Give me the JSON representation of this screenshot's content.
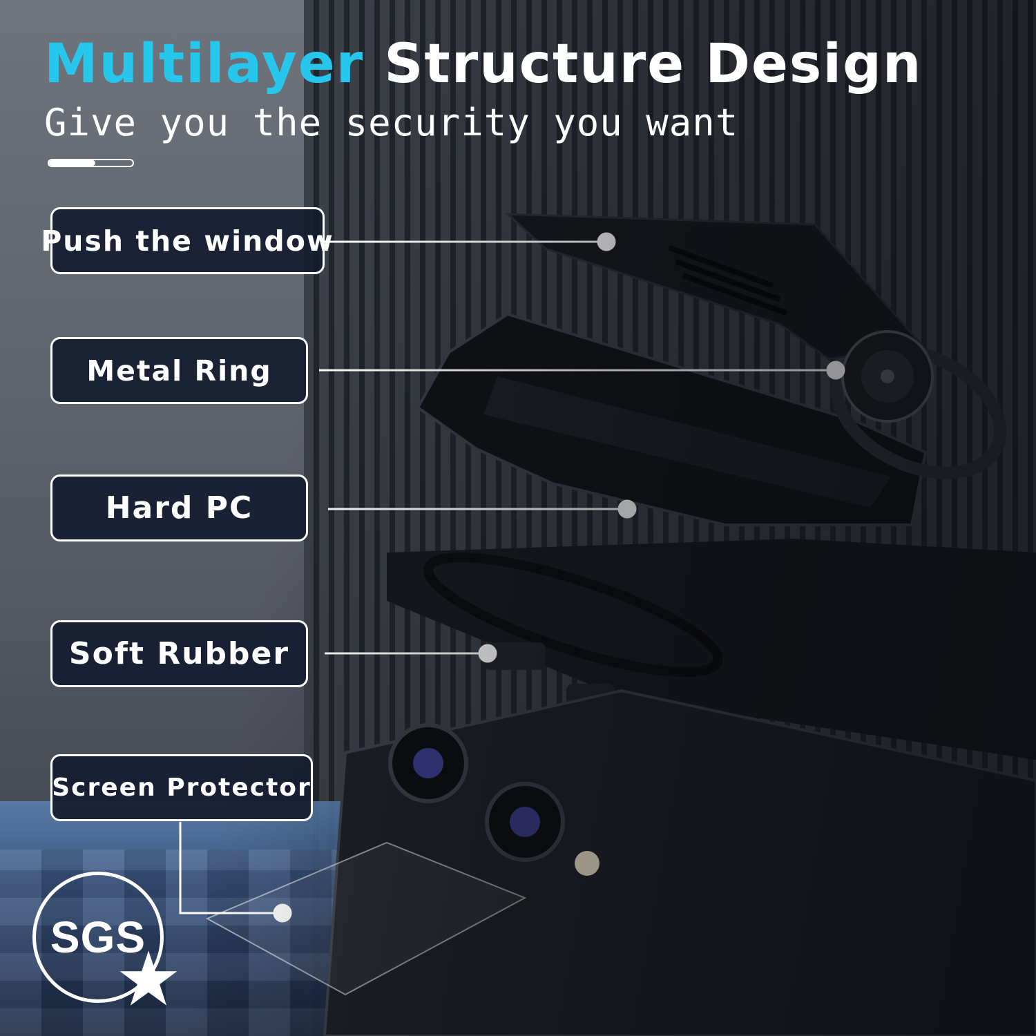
{
  "header": {
    "title_accent": "Multilayer",
    "title_rest": "Structure Design",
    "subtitle": "Give you the security you want",
    "progress_fraction": 0.55
  },
  "layers": [
    {
      "label": "Push the window"
    },
    {
      "label": "Metal Ring"
    },
    {
      "label": "Hard PC"
    },
    {
      "label": "Soft Rubber"
    },
    {
      "label": "Screen Protector"
    }
  ],
  "badge": {
    "text": "SGS",
    "icon": "star-icon"
  },
  "colors": {
    "accent": "#27c6ec",
    "label_bg": "#161c30",
    "text": "#ffffff"
  }
}
